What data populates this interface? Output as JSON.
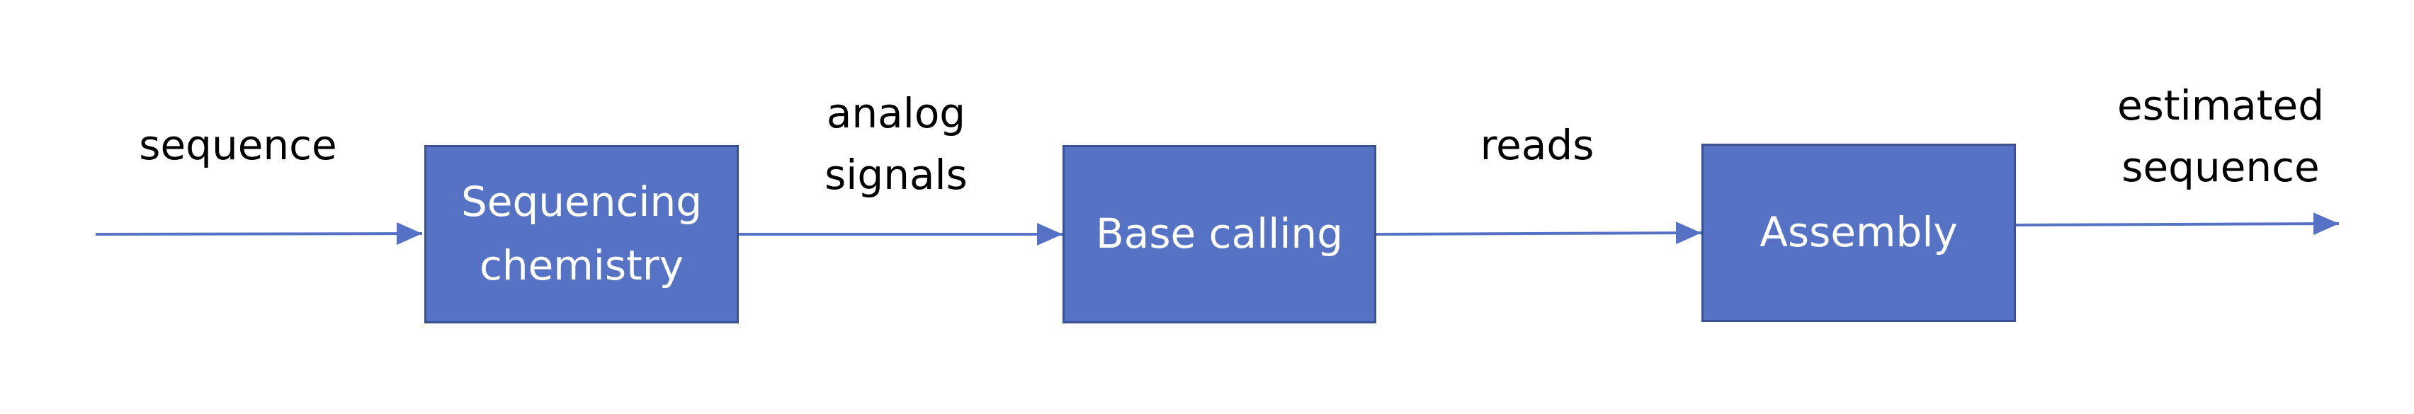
{
  "colors": {
    "box_fill": "#5572C4",
    "box_border": "#3A528F",
    "arrow": "#5572C4",
    "box_text": "#FFFFFF",
    "label_text": "#000000"
  },
  "blocks": [
    {
      "id": "sequencing",
      "label": "Sequencing\nchemistry"
    },
    {
      "id": "basecalling",
      "label": "Base calling"
    },
    {
      "id": "assembly",
      "label": "Assembly"
    }
  ],
  "edge_labels": {
    "input": "sequence",
    "analog": "analog\nsignals",
    "reads": "reads",
    "output": "estimated\nsequence"
  }
}
